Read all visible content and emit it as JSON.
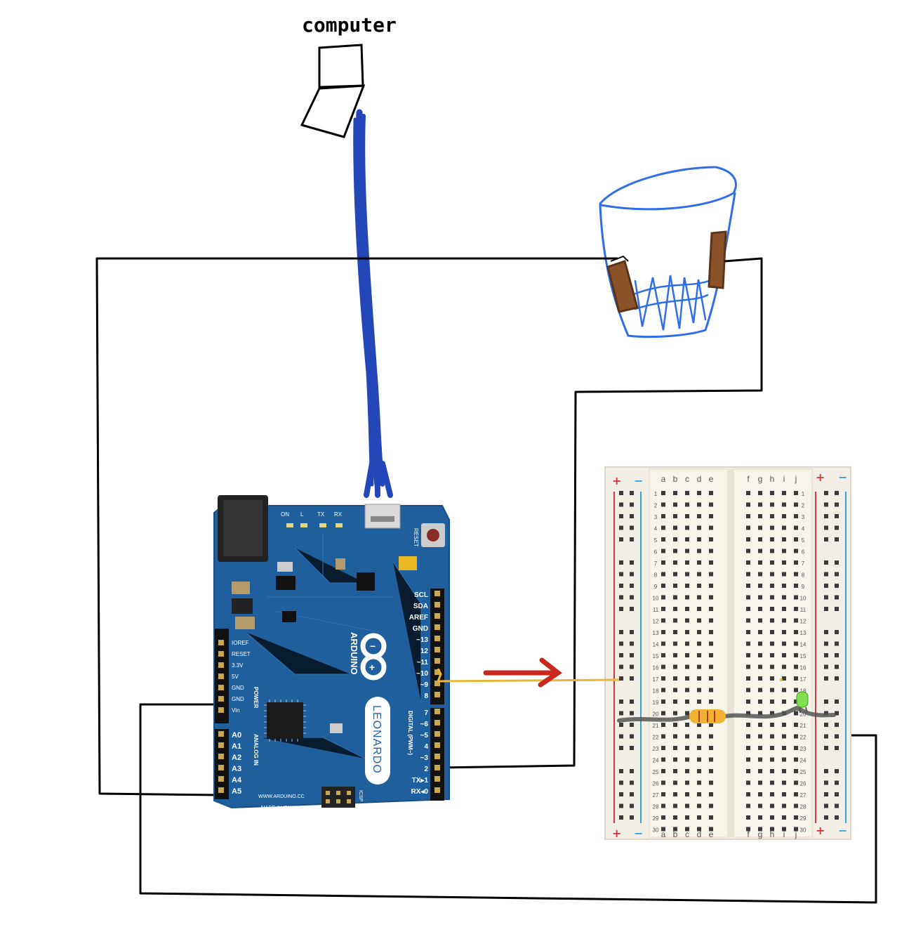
{
  "computer": {
    "label": "computer"
  },
  "arduino": {
    "brand": "ARDUINO",
    "model": "LEONARDO",
    "website": "WWW.ARDUINO.CC",
    "made_in": "MADE IN ITALY",
    "reset_label": "RESET",
    "icsp_label": "ICSP",
    "led_labels": [
      "ON",
      "L",
      "TX",
      "RX"
    ],
    "power_header_title": "POWER",
    "analog_header_title": "ANALOG IN",
    "digital_header_title": "DIGITAL (PWM~)",
    "power_pins": [
      "IOREF",
      "RESET",
      "3.3V",
      "5V",
      "GND",
      "GND",
      "Vin"
    ],
    "analog_pins": [
      "A0",
      "A1",
      "A2",
      "A3",
      "A4",
      "A5"
    ],
    "digital_pins_top": [
      "SCL",
      "SDA",
      "AREF",
      "GND",
      "~13",
      "12",
      "~11",
      "~10",
      "~9",
      "8"
    ],
    "digital_pins_bottom": [
      "7",
      "~6",
      "~5",
      "4",
      "~3",
      "2",
      "TX▸1",
      "RX◂0"
    ]
  },
  "breadboard": {
    "plus": "+",
    "minus": "−",
    "left_cols": [
      "a",
      "b",
      "c",
      "d",
      "e"
    ],
    "right_cols": [
      "f",
      "g",
      "h",
      "i",
      "j"
    ],
    "rows": 30
  },
  "colors": {
    "pcb": "#1f5f9e",
    "usb_cable": "#2346b8",
    "cup": "#2f6ee8",
    "electrode": "#8a5228",
    "wire": "#000000",
    "signal_wire": "#e6b73a",
    "arrow": "#c8281e",
    "led": "#7ee04a",
    "resistor": "#f2b233",
    "rail_red": "#d23a3a",
    "rail_blue": "#3aa0d8"
  }
}
